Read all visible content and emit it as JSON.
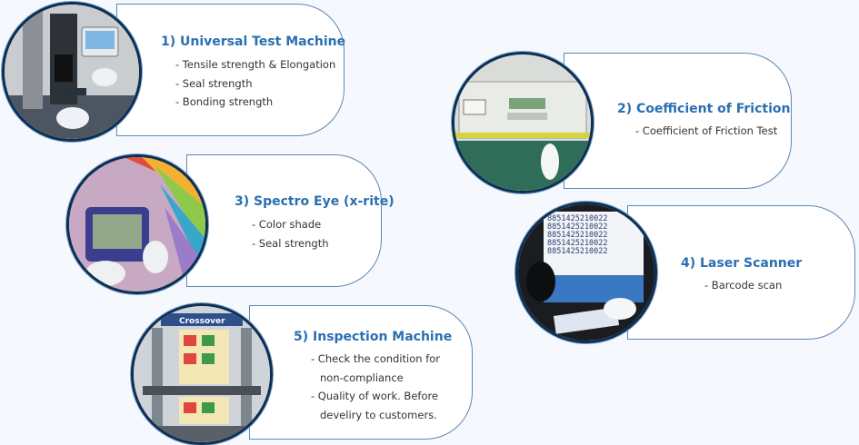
{
  "colors": {
    "title": "#2a6fb2",
    "card_border": "#5e88b6",
    "photo_ring": "#0d2f53"
  },
  "stations": [
    {
      "title": "1) Universal Test Machine",
      "items": [
        "- Tensile strength & Elongation",
        "- Seal strength",
        "- Bonding strength"
      ],
      "icon": "universal-test-machine-photo"
    },
    {
      "title": "2) Coefficient of Friction",
      "items": [
        "- Coefficient of Friction Test"
      ],
      "icon": "friction-tester-photo"
    },
    {
      "title": "3) Spectro Eye (x-rite)",
      "items": [
        "- Color shade",
        "- Seal strength"
      ],
      "icon": "spectro-eye-photo"
    },
    {
      "title": "4)  Laser Scanner",
      "items": [
        "- Barcode scan"
      ],
      "icon": "laser-scanner-photo"
    },
    {
      "title": "5) Inspection Machine",
      "items": [
        "- Check the condition for",
        "  non-compliance",
        "- Quality of work. Before",
        "  develiry to customers."
      ],
      "icon": "inspection-machine-photo"
    }
  ],
  "photo_text": {
    "barcode_lines": [
      "8851425210022",
      "8851425210022",
      "8851425210022",
      "8851425210022",
      "8851425210022"
    ],
    "inspection_brand": "Crossover"
  }
}
